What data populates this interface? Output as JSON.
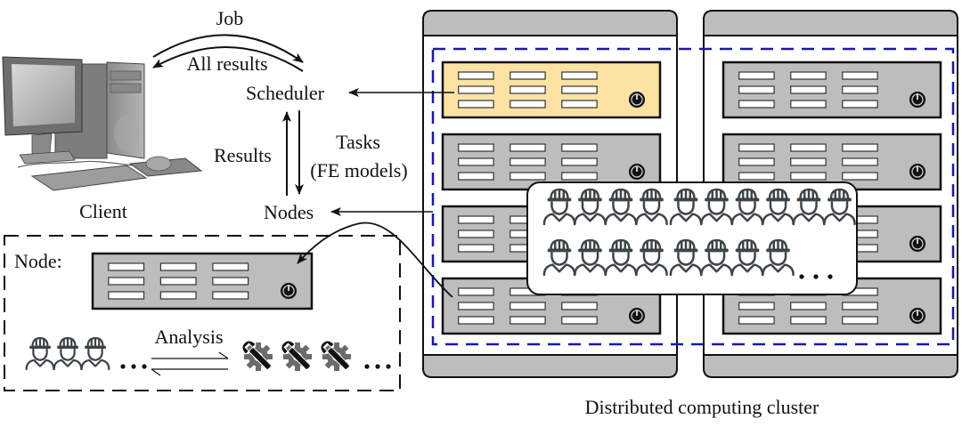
{
  "figure": {
    "client_label": "Client",
    "scheduler_label": "Scheduler",
    "nodes_label": "Nodes",
    "job_label": "Job",
    "all_results_label": "All results",
    "results_label": "Results",
    "tasks_label_line1": "Tasks",
    "tasks_label_line2": "(FE models)",
    "node_detail_title": "Node:",
    "analysis_label": "Analysis",
    "cluster_caption": "Distributed computing cluster",
    "ellipsis": "..."
  },
  "cluster": {
    "racks": 2,
    "servers_per_rack": 4,
    "highlighted_server": {
      "rack": 0,
      "slot": 0,
      "role": "scheduler"
    },
    "worker_callout": {
      "row1_count": 10,
      "row2_count": 8,
      "has_more": true
    }
  },
  "node_detail": {
    "workers_shown": 3,
    "tools_shown": 3
  },
  "colors": {
    "server_gray": "#bdbdbd",
    "scheduler_yellow": "#fce3a4",
    "cluster_boundary_blue": "#1a1aa0",
    "worker_icon": "#3d4447",
    "tool_gear": "#6b6b6b",
    "outline": "#111111"
  },
  "icons": {
    "client": "desktop-computer-icon",
    "worker": "hardhat-worker-icon",
    "tool": "gear-wrench-icon",
    "power": "power-button-icon"
  }
}
